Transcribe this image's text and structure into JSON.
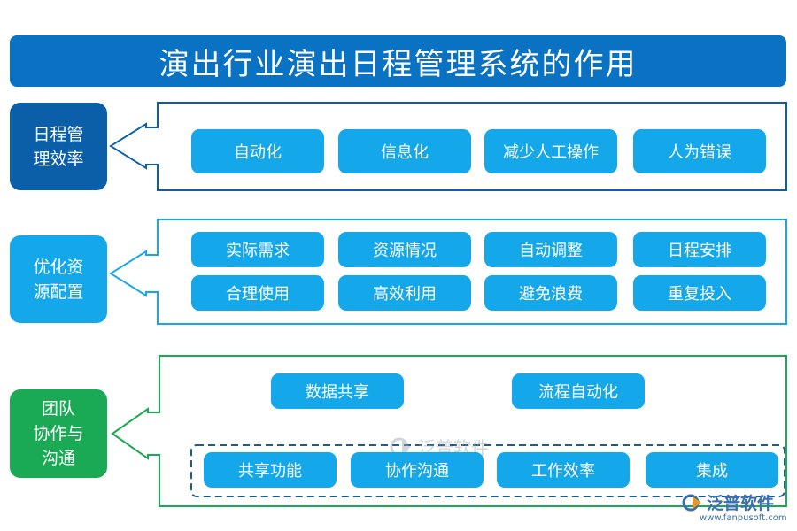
{
  "title": "演出行业演出日程管理系统的作用",
  "colors": {
    "title_bg": "#0a72c2",
    "group1": "#0a5fa8",
    "group2": "#14a7ea",
    "group3": "#1aaa55",
    "pill": "#14a7ea"
  },
  "groups": [
    {
      "label": "日程管\n理效率",
      "items": [
        "自动化",
        "信息化",
        "减少人工操作",
        "人为错误"
      ]
    },
    {
      "label": "优化资\n源配置",
      "items": [
        "实际需求",
        "资源情况",
        "自动调整",
        "日程安排",
        "合理使用",
        "高效利用",
        "避免浪费",
        "重复投入"
      ]
    },
    {
      "label": "团队\n协作与\n沟通",
      "top_items": [
        "数据共享",
        "流程自动化"
      ],
      "bottom_items": [
        "共享功能",
        "协作沟通",
        "工作效率",
        "集成"
      ]
    }
  ],
  "watermark": {
    "center_text": "泛普软件",
    "corner_text": "泛普软件",
    "corner_url": "www.fanpusoft.com"
  }
}
